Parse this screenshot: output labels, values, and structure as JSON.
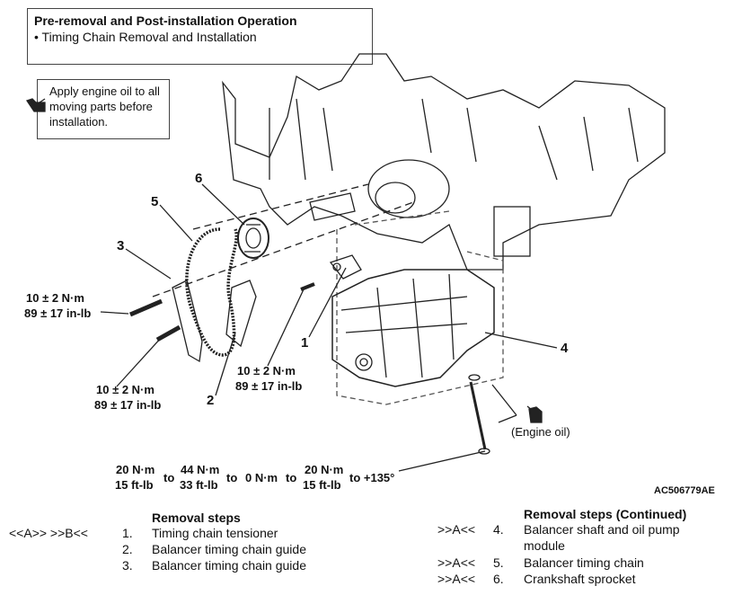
{
  "header_box": {
    "title": "Pre-removal and Post-installation Operation",
    "item": "•  Timing Chain Removal and Installation"
  },
  "oil_note": {
    "line1": "Apply engine oil to all",
    "line2": "moving parts before",
    "line3": "installation."
  },
  "callouts": {
    "c1": "1",
    "c2": "2",
    "c3": "3",
    "c4": "4",
    "c5": "5",
    "c6": "6"
  },
  "torques": {
    "upper_left_nm": "10 ± 2 N·m",
    "upper_left_inlb": "89 ± 17 in-lb",
    "lower_left_nm": "10 ± 2 N·m",
    "lower_left_inlb": "89 ± 17 in-lb",
    "middle_nm": "10 ± 2 N·m",
    "middle_inlb": "89 ± 17 in-lb"
  },
  "engine_oil_label": "(Engine oil)",
  "torque_sequence": {
    "s1_nm": "20 N·m",
    "s1_ftlb": "15 ft-lb",
    "to1": "to",
    "s2_nm": "44 N·m",
    "s2_ftlb": "33 ft-lb",
    "to2": "to",
    "s3": "0 N·m",
    "to3": "to",
    "s4_nm": "20 N·m",
    "s4_ftlb": "15 ft-lb",
    "to4": "to +135°"
  },
  "figure_code": "AC506779AE",
  "removal_left": {
    "heading": "Removal steps",
    "steps": [
      {
        "mark": "<<A>>   >>B<<",
        "num": "1.",
        "text": "Timing chain tensioner"
      },
      {
        "mark": "",
        "num": "2.",
        "text": "Balancer timing chain guide"
      },
      {
        "mark": "",
        "num": "3.",
        "text": "Balancer timing chain guide"
      }
    ]
  },
  "removal_right": {
    "heading": "Removal steps (Continued)",
    "steps": [
      {
        "mark": ">>A<<",
        "num": "4.",
        "text": "Balancer shaft and oil pump",
        "text2": "module"
      },
      {
        "mark": ">>A<<",
        "num": "5.",
        "text": "Balancer timing chain"
      },
      {
        "mark": ">>A<<",
        "num": "6.",
        "text": "Crankshaft sprocket"
      }
    ]
  }
}
